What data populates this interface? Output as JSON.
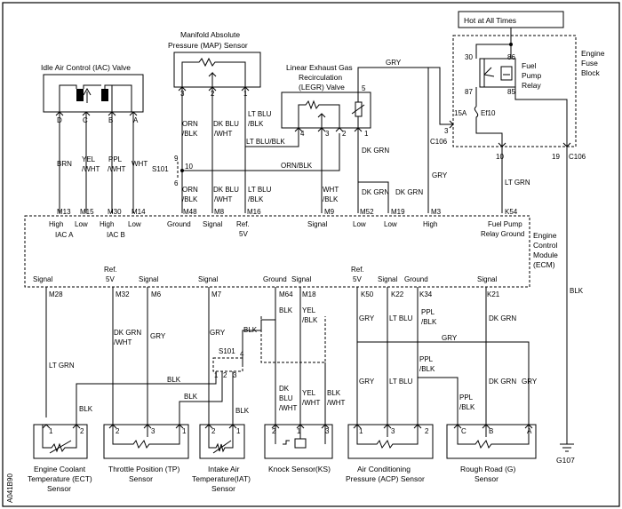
{
  "components": {
    "iac": {
      "title": "Idle Air Control (IAC) Valve",
      "pins": [
        "D",
        "C",
        "B",
        "A"
      ]
    },
    "map": {
      "title1": "Manifold Absolute",
      "title2": "Pressure (MAP) Sensor",
      "pins": [
        "3",
        "2",
        "1"
      ]
    },
    "legr": {
      "title1": "Linear Exhaust Gas",
      "title2": "Recirculation",
      "title3": "(LEGR) Valve",
      "pins": [
        "4",
        "3",
        "2",
        "1",
        "5"
      ]
    },
    "fuse_block": {
      "hot": "Hot at All Times",
      "title1": "Engine",
      "title2": "Fuse",
      "title3": "Block",
      "relay1": "Fuel",
      "relay2": "Pump",
      "relay3": "Relay",
      "relay_pins": [
        "30",
        "86",
        "87",
        "85"
      ],
      "fuse": "Ef10",
      "fuse_amp": "15A",
      "conn": "C106",
      "pin3": "3",
      "pin10": "10",
      "pin19": "19"
    },
    "ecm": {
      "title1": "Engine",
      "title2": "Control",
      "title3": "Module",
      "title4": "(ECM)"
    },
    "s101": {
      "label": "S101",
      "pins": [
        "9",
        "10",
        "6"
      ]
    },
    "s101b": {
      "label": "S101",
      "pins": [
        "1",
        "2",
        "3",
        "4"
      ]
    },
    "ect": {
      "title1": "Engine Coolant",
      "title2": "Temperature (ECT)",
      "title3": "Sensor",
      "pins": [
        "1",
        "2"
      ]
    },
    "tp": {
      "title1": "Throttle Position (TP)",
      "title2": "Sensor",
      "pins": [
        "2",
        "3",
        "1"
      ]
    },
    "iat": {
      "title1": "Intake Air",
      "title2": "Temperature(IAT)",
      "title3": "Sensor",
      "pins": [
        "2",
        "1"
      ]
    },
    "ks": {
      "title": "Knock Sensor(KS)",
      "pins": [
        "2",
        "1",
        "3"
      ]
    },
    "acp": {
      "title1": "Air Conditioning",
      "title2": "Pressure (ACP) Sensor",
      "pins": [
        "1",
        "3",
        "2"
      ]
    },
    "rr": {
      "title1": "Rough Road (G)",
      "title2": "Sensor",
      "pins": [
        "C",
        "B",
        "A"
      ]
    },
    "ground": {
      "label": "G107"
    },
    "side_code": "A041B90"
  },
  "ecm_top_pins": [
    {
      "pin": "M13",
      "label": "High"
    },
    {
      "pin": "M15",
      "label": "Low"
    },
    {
      "pin": "M30",
      "label": "High"
    },
    {
      "pin": "M14",
      "label": "Low"
    },
    {
      "pin": "M48",
      "label": "Ground"
    },
    {
      "pin": "M8",
      "label": "Signal"
    },
    {
      "pin": "M16",
      "label": "Ref."
    },
    {
      "pin": "M9",
      "label": "Signal"
    },
    {
      "pin": "M52",
      "label": "Low"
    },
    {
      "pin": "M19",
      "label": "Low"
    },
    {
      "pin": "M3",
      "label": "High"
    },
    {
      "pin": "K54",
      "label": "Fuel Pump"
    }
  ],
  "ecm_top_sub": {
    "iac_a": "IAC A",
    "iac_b": "IAC B",
    "ref_5v": "5V",
    "relay_ground": "Relay Ground"
  },
  "ecm_bottom_pins": [
    {
      "pin": "M28",
      "label": "Signal"
    },
    {
      "pin": "M32",
      "label": "Ref."
    },
    {
      "pin": "M6",
      "label": "Signal"
    },
    {
      "pin": "M7",
      "label": "Signal"
    },
    {
      "pin": "M64",
      "label": "Ground"
    },
    {
      "pin": "M18",
      "label": "Signal"
    },
    {
      "pin": "K50",
      "label": "Ref."
    },
    {
      "pin": "K22",
      "label": "Signal"
    },
    {
      "pin": "K34",
      "label": "Ground"
    },
    {
      "pin": "K21",
      "label": "Signal"
    }
  ],
  "ecm_bottom_sub": {
    "m32_5v": "5V",
    "k50_5v": "5V"
  },
  "wire_colors": {
    "brn": "BRN",
    "yel": "YEL",
    "wht_s": "/WHT",
    "ppl": "PPL",
    "wht": "WHT",
    "orn": "ORN",
    "blk_s": "/BLK",
    "dkblu": "DK BLU",
    "ltblu": "LT BLU",
    "ltblu_blk": "LT BLU/BLK",
    "orn_blk": "ORN/BLK",
    "gry": "GRY",
    "dkgrn": "DK GRN",
    "ltgrn": "LT GRN",
    "blk": "BLK",
    "dk": "DK",
    "blu": "BLU"
  }
}
